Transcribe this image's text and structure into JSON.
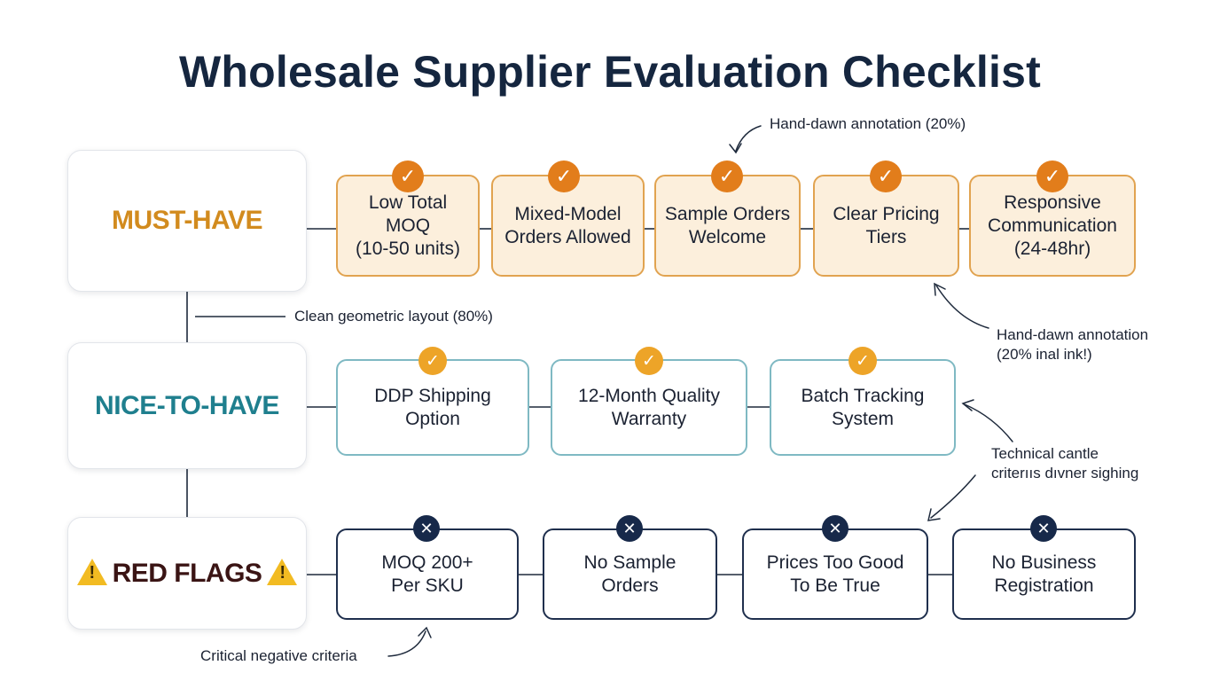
{
  "title": "Wholesale Supplier Evaluation Checklist",
  "categories": {
    "must": "MUST-HAVE",
    "nice": "NICE-TO-HAVE",
    "red": "RED FLAGS"
  },
  "icons": {
    "check": "✓",
    "cross": "✕",
    "warning": "!"
  },
  "must_have": [
    {
      "label": "Low Total MOQ\n(10-50 units)"
    },
    {
      "label": "Mixed-Model\nOrders Allowed"
    },
    {
      "label": "Sample Orders\nWelcome"
    },
    {
      "label": "Clear Pricing\nTiers"
    },
    {
      "label": "Responsive\nCommunication\n(24-48hr)"
    }
  ],
  "nice_to_have": [
    {
      "label": "DDP Shipping\nOption"
    },
    {
      "label": "12-Month Quality\nWarranty"
    },
    {
      "label": "Batch Tracking\nSystem"
    }
  ],
  "red_flags": [
    {
      "label": "MOQ 200+\nPer SKU"
    },
    {
      "label": "No Sample\nOrders"
    },
    {
      "label": "Prices Too Good\nTo Be True"
    },
    {
      "label": "No Business\nRegistration"
    }
  ],
  "annotations": {
    "top": "Hand-dawn annotation (20%)",
    "layout": "Clean geometric layout (80%)",
    "right1": "Hand-dawn annotation\n(20% inal ink!)",
    "right2": "Technical cantle\ncriterııs dıvner sighing",
    "bottom": "Critical negative criteria"
  },
  "colors": {
    "title": "#15263f",
    "must_accent": "#d28b1e",
    "must_fill": "#fcefdc",
    "must_border": "#e1a350",
    "must_badge": "#e27d1b",
    "nice_accent": "#1f7f8e",
    "nice_border": "#7fb9c3",
    "nice_badge": "#eda428",
    "red_text": "#3a1414",
    "red_border": "#1f2f4d",
    "red_badge": "#17294a",
    "warning": "#f2bb22"
  }
}
